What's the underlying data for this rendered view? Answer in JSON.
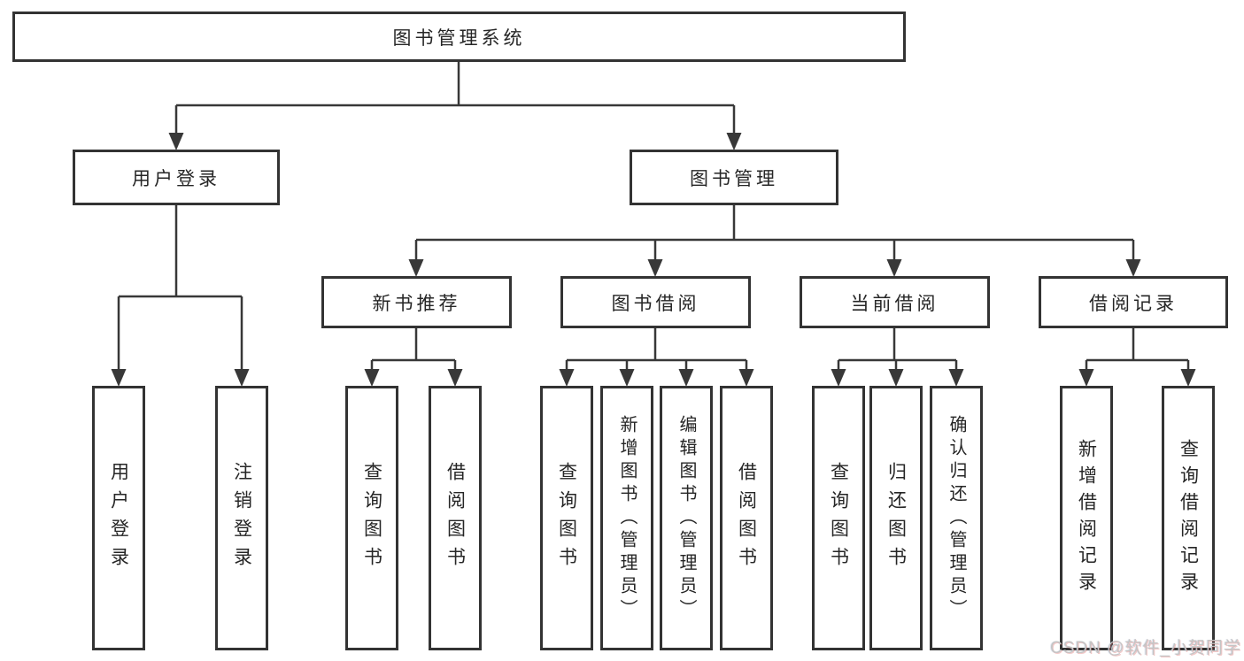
{
  "diagram": {
    "root": {
      "label": "图书管理系统"
    },
    "level2": [
      {
        "label": "用户登录"
      },
      {
        "label": "图书管理"
      }
    ],
    "level3": [
      {
        "label": "新书推荐",
        "parent": "图书管理"
      },
      {
        "label": "图书借阅",
        "parent": "图书管理"
      },
      {
        "label": "当前借阅",
        "parent": "图书管理"
      },
      {
        "label": "借阅记录",
        "parent": "图书管理"
      }
    ],
    "level4": [
      {
        "label": "用户登录",
        "parent": "用户登录"
      },
      {
        "label": "注销登录",
        "parent": "用户登录"
      },
      {
        "label": "查询图书",
        "parent": "新书推荐"
      },
      {
        "label": "借阅图书",
        "parent": "新书推荐"
      },
      {
        "label": "查询图书",
        "parent": "图书借阅"
      },
      {
        "label": "新增图书（管理员）",
        "parent": "图书借阅"
      },
      {
        "label": "编辑图书（管理员）",
        "parent": "图书借阅"
      },
      {
        "label": "借阅图书",
        "parent": "图书借阅"
      },
      {
        "label": "查询图书",
        "parent": "当前借阅"
      },
      {
        "label": "归还图书",
        "parent": "当前借阅"
      },
      {
        "label": "确认归还（管理员）",
        "parent": "当前借阅"
      },
      {
        "label": "新增借阅记录",
        "parent": "借阅记录"
      },
      {
        "label": "查询借阅记录",
        "parent": "借阅记录"
      }
    ],
    "colors": {
      "border": "#333333",
      "line": "#383838",
      "text": "#262626",
      "background": "#ffffff"
    }
  },
  "watermark": {
    "text": "CSDN @软件_小贺同学",
    "color": "#c5c5c5"
  }
}
